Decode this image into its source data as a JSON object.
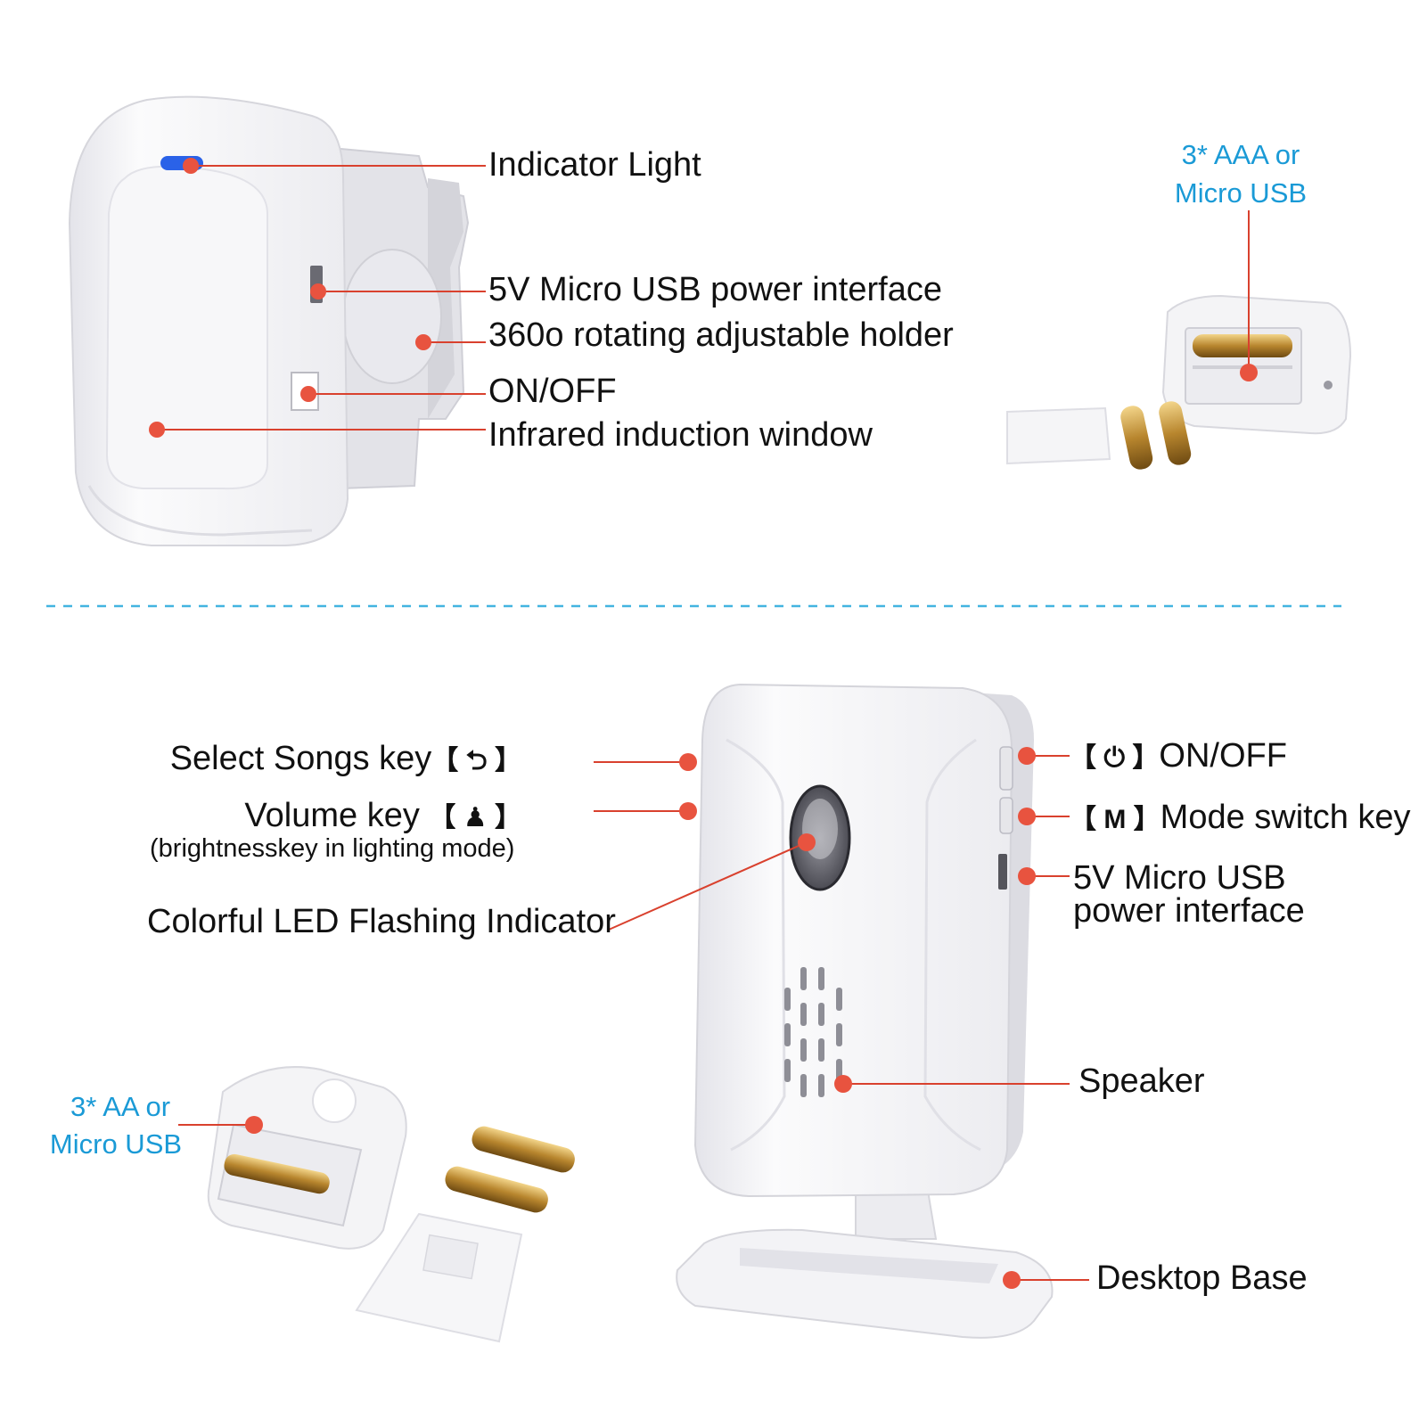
{
  "colors": {
    "accent_red": "#e8533f",
    "leader_red": "#d9412e",
    "caption_blue": "#1a9ad6",
    "divider_blue": "#43b4e0",
    "device_white": "#f6f6f8",
    "device_shadow": "#d8d8de",
    "battery_gold": "#c89a3a",
    "indicator_blue": "#2a62e8"
  },
  "sensor": {
    "labels": {
      "indicator_light": "Indicator Light",
      "usb_power": "5V Micro USB power interface",
      "holder": "360o rotating adjustable holder",
      "on_off": "ON/OFF",
      "infrared_window": "Infrared induction window"
    },
    "battery_caption_line1": "3* AAA or",
    "battery_caption_line2": "Micro USB"
  },
  "receiver": {
    "labels": {
      "select_songs": "Select Songs key",
      "select_songs_icon_text": "【 ⮌ 】",
      "volume": "Volume key",
      "volume_icon_text": "【 ♟ 】",
      "volume_note": "(brightnesskey in lighting mode)",
      "led": "Colorful LED Flashing Indicator",
      "power_bracket": "【 ⏻ 】",
      "power": "ON/OFF",
      "mode_bracket": "【 M 】",
      "mode": "Mode switch key",
      "usb_line1": "5V Micro USB",
      "usb_line2": "power interface",
      "speaker": "Speaker",
      "base": "Desktop Base"
    },
    "battery_caption_line1": "3* AA or",
    "battery_caption_line2": "Micro USB"
  }
}
